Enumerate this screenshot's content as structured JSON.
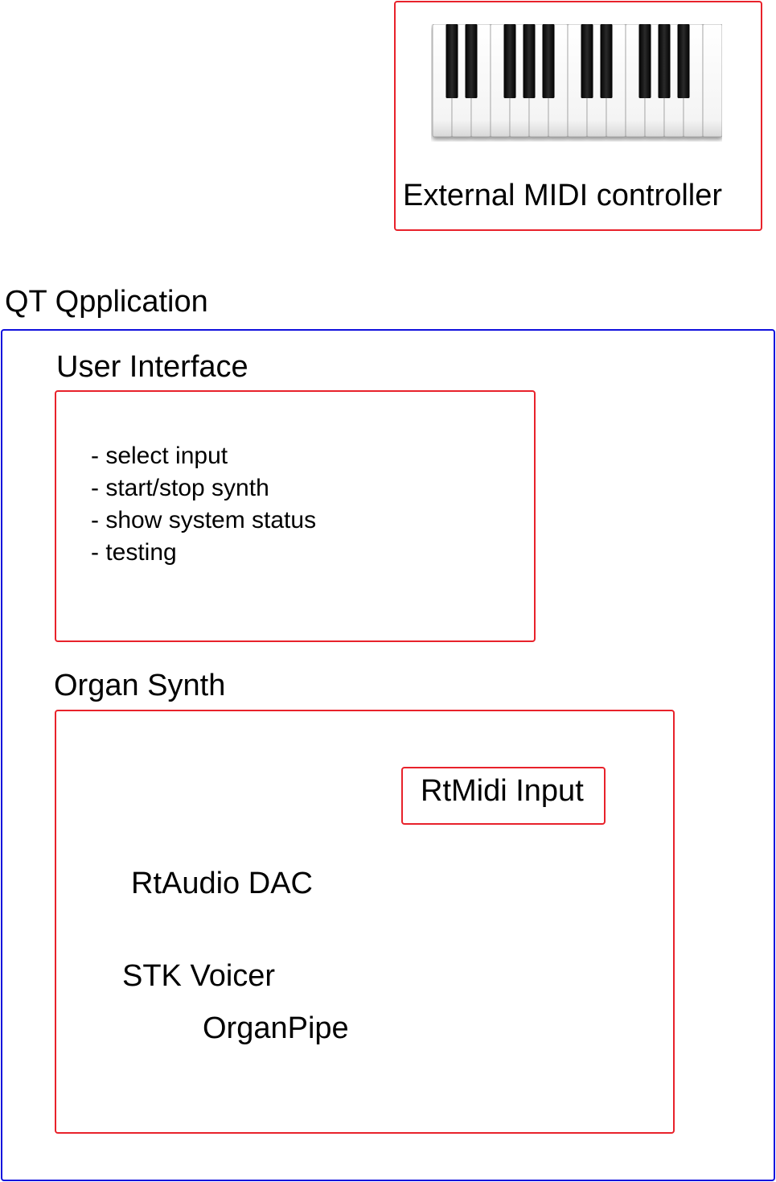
{
  "colors": {
    "red_border": "#e8222b",
    "blue_border": "#1010dd"
  },
  "midi_controller": {
    "icon": "piano-keyboard-icon",
    "label": "External MIDI controller"
  },
  "qt_application": {
    "label": "QT Qpplication"
  },
  "user_interface": {
    "label": "User Interface",
    "items": [
      "- select input",
      "- start/stop synth",
      "- show system status",
      "- testing"
    ]
  },
  "organ_synth": {
    "label": "Organ Synth",
    "rtmidi_input": "RtMidi Input",
    "rtaudio_dac": "RtAudio DAC",
    "stk_voicer": "STK Voicer",
    "organ_pipe": "OrganPipe"
  }
}
